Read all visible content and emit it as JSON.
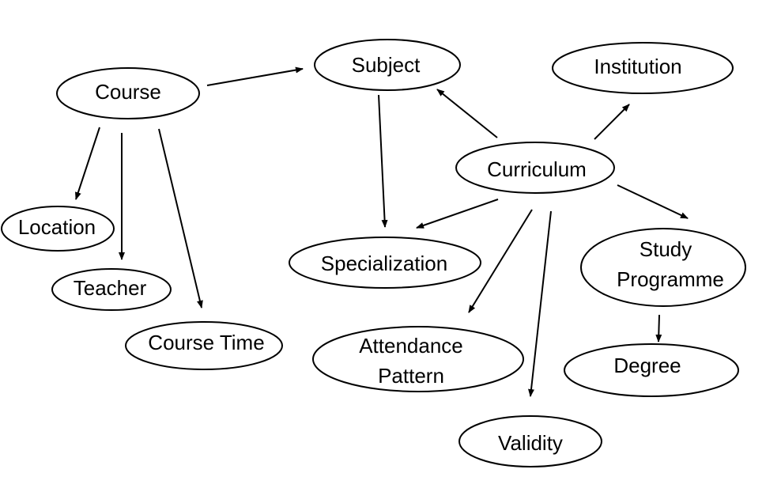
{
  "nodes": {
    "course": {
      "label": "Course"
    },
    "subject": {
      "label": "Subject"
    },
    "institution": {
      "label": "Institution"
    },
    "curriculum": {
      "label": "Curriculum"
    },
    "location": {
      "label": "Location"
    },
    "teacher": {
      "label": "Teacher"
    },
    "course_time": {
      "label": "Course Time"
    },
    "specialization": {
      "label": "Specialization"
    },
    "study_programme": {
      "line1": "Study",
      "line2": "Programme"
    },
    "attendance_pattern": {
      "line1": "Attendance",
      "line2": "Pattern"
    },
    "degree": {
      "label": "Degree"
    },
    "validity": {
      "label": "Validity"
    }
  },
  "edges": [
    {
      "from": "Course",
      "to": "Subject"
    },
    {
      "from": "Course",
      "to": "Location"
    },
    {
      "from": "Course",
      "to": "Teacher"
    },
    {
      "from": "Course",
      "to": "Course Time"
    },
    {
      "from": "Subject",
      "to": "Specialization"
    },
    {
      "from": "Curriculum",
      "to": "Subject"
    },
    {
      "from": "Curriculum",
      "to": "Institution"
    },
    {
      "from": "Curriculum",
      "to": "Specialization"
    },
    {
      "from": "Curriculum",
      "to": "Study Programme"
    },
    {
      "from": "Curriculum",
      "to": "Attendance Pattern"
    },
    {
      "from": "Curriculum",
      "to": "Validity"
    },
    {
      "from": "Study Programme",
      "to": "Degree"
    }
  ],
  "colors": {
    "stroke": "#000000",
    "fill": "#ffffff",
    "text": "#000000"
  }
}
